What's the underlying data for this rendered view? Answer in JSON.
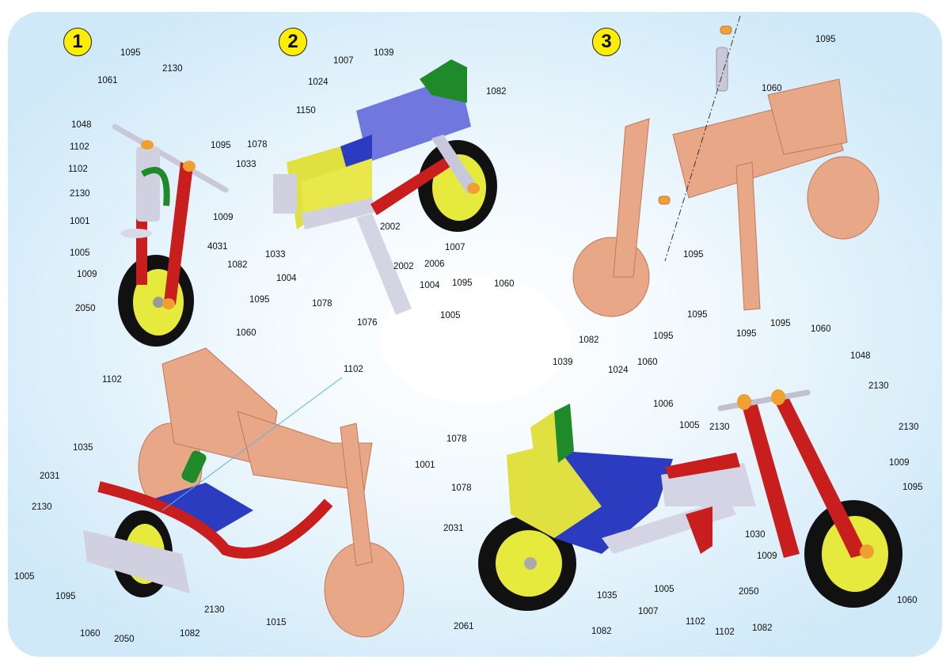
{
  "steps": [
    "1",
    "2",
    "3"
  ],
  "colors": {
    "background": "#dff1fb",
    "red_strip": "#c81e1e",
    "blue_plate": "#2b3cc0",
    "yellow_plate": "#e0e040",
    "green_bracket": "#1f8a2a",
    "bronze": "#e8a888",
    "tyre": "#111111",
    "hub": "#e6ea3c",
    "washer": "#f0a030"
  },
  "step1": [
    "1095",
    "2130",
    "1061",
    "1048",
    "1102",
    "1102",
    "2130",
    "1001",
    "1005",
    "1009",
    "1095",
    "1009",
    "1082",
    "2050",
    "1095",
    "1060"
  ],
  "step2": [
    "1039",
    "1007",
    "1024",
    "1150",
    "1078",
    "1033",
    "4031",
    "1033",
    "1004",
    "1078",
    "1076",
    "2002",
    "2002",
    "2006",
    "1004",
    "1007",
    "1095",
    "1060",
    "1082",
    "1005"
  ],
  "step3": [
    "1095",
    "1060",
    "1095"
  ],
  "step4": [
    "1102",
    "1102",
    "1035",
    "2031",
    "2130",
    "1001",
    "1005",
    "1095",
    "1060",
    "2050",
    "1082",
    "2130",
    "1015"
  ],
  "step5": [
    "1082",
    "1039",
    "1060",
    "1095",
    "1095",
    "1024",
    "1095",
    "1095",
    "1060",
    "1048",
    "1006",
    "1005",
    "2130",
    "2130",
    "2130",
    "1078",
    "1078",
    "2031",
    "1009",
    "1095",
    "1030",
    "1009",
    "2050",
    "1060",
    "1082",
    "1102",
    "1102",
    "1005",
    "1007",
    "1035",
    "2061",
    "1082"
  ]
}
